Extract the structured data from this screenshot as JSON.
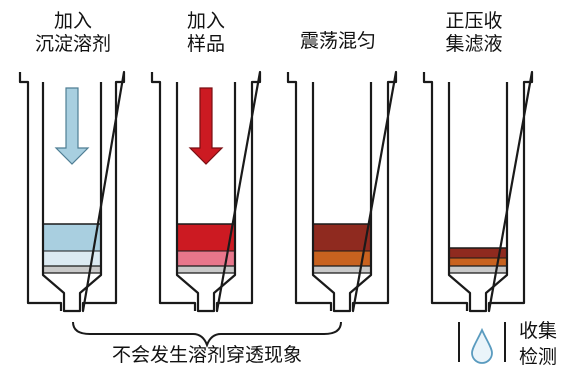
{
  "steps": [
    {
      "line1": "加入",
      "line2": "沉淀溶剂"
    },
    {
      "line1": "加入",
      "line2": "样品"
    },
    {
      "line1": "震荡混匀",
      "line2": ""
    },
    {
      "line1": "正压收",
      "line2": "集滤液"
    }
  ],
  "bottom_note": "不会发生溶剂穿透现象",
  "side_label": {
    "line1": "收集",
    "line2": "检测"
  },
  "colors": {
    "outline": "#1a1a1a",
    "arrow_blue": "#a8cfe0",
    "arrow_red": "#cc1a22",
    "solvent": "#a9cfe0",
    "solvent_light": "#dceaf2",
    "sample": "#cc1a22",
    "sample_pink": "#e8768b",
    "mixed_dark": "#8f2a1f",
    "mixed_orange": "#c8621f",
    "frit": "#c9c9c9"
  }
}
